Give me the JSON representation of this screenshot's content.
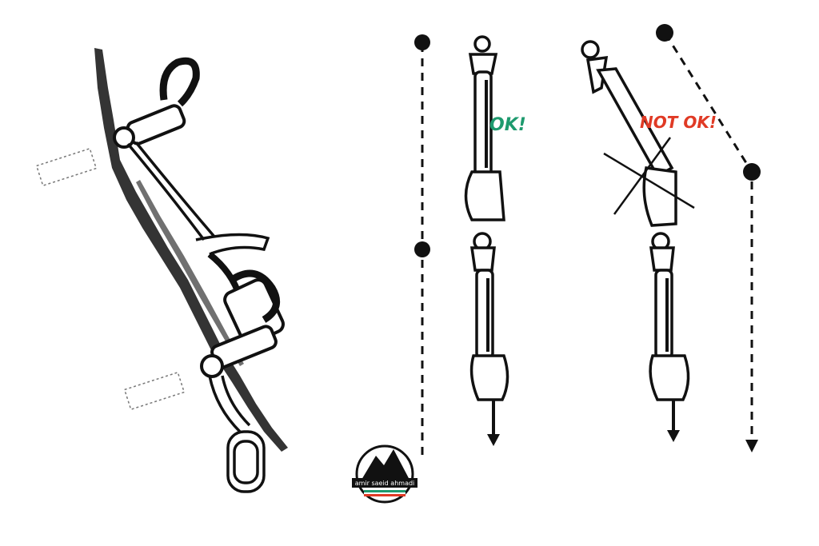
{
  "labels": {
    "ok": "OK!",
    "not_ok": "NOT OK!"
  },
  "logo": {
    "name": "amir saeid ahmadi"
  },
  "colors": {
    "ok": "#1e9a6e",
    "not_ok": "#e03a25",
    "ink": "#111111",
    "background": "#ffffff"
  }
}
